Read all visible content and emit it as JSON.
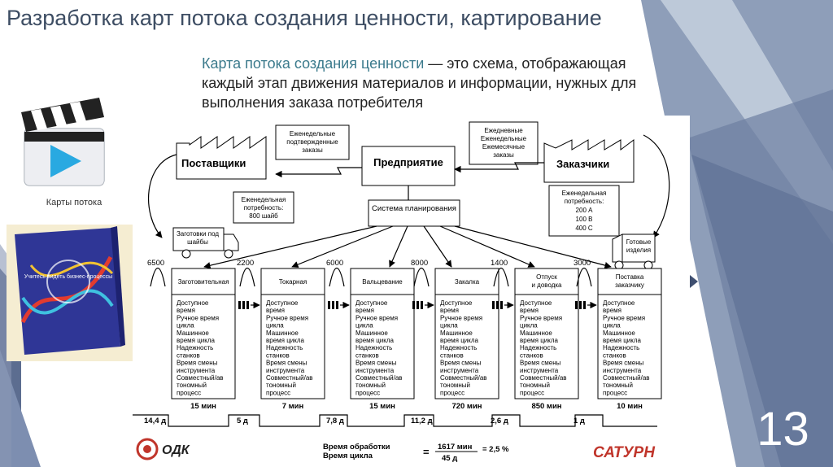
{
  "slide": {
    "title": "Разработка карт потока создания ценности, картирование",
    "intro_term": "Карта потока создания ценности",
    "intro_rest": " — это схема, отображающая каждый этап движения материалов и информации, нужных для выполнения заказа потребителя",
    "video_label": "Карты потока",
    "book_title": "Учитесь видеть бизнес-процессы",
    "slide_number": "13"
  },
  "diagram": {
    "supplier": "Поставщики",
    "enterprise": "Предприятие",
    "customers": "Заказчики",
    "planning": "Система планирования",
    "weekly_confirmed": [
      "Еженедельные",
      "подтвержденные",
      "заказы"
    ],
    "orders_freq": [
      "Ежедневные",
      "Еженедельные",
      "Ежемесячные",
      "заказы"
    ],
    "supplier_need": [
      "Еженедельная",
      "потребность:",
      "800 шайб"
    ],
    "customer_need": [
      "Еженедельная",
      "потребность:",
      "200 А",
      "100 В",
      "400 С"
    ],
    "blank_truck": [
      "Заготовки под",
      "шайбы"
    ],
    "finished_truck": [
      "Готовые",
      "изделия"
    ],
    "stages": [
      {
        "name": [
          "Заготовительная"
        ],
        "inv": "6500",
        "time": "15 мин",
        "lead": "14,4 д"
      },
      {
        "name": [
          "Токарная"
        ],
        "inv": "2200",
        "time": "7 мин",
        "lead": "5 д"
      },
      {
        "name": [
          "Вальцевание"
        ],
        "inv": "6000",
        "time": "15 мин",
        "lead": "7,8 д"
      },
      {
        "name": [
          "Закалка"
        ],
        "inv": "8000",
        "time": "720 мин",
        "lead": "11,2 д"
      },
      {
        "name": [
          "Отпуск",
          "и доводка"
        ],
        "inv": "1400",
        "time": "850 мин",
        "lead": "2,6 д"
      },
      {
        "name": [
          "Поставка",
          "заказчику"
        ],
        "inv": "3000",
        "time": "10 мин",
        "lead": "1 д"
      }
    ],
    "params": [
      "Доступное",
      "время",
      "Ручное время",
      "цикла",
      "Машинное",
      "время цикла",
      "Надежность",
      "станков",
      "Время смены",
      "инструмента",
      "Совместный/ав",
      "тономный",
      "процесс"
    ],
    "summary_label1": "Время обработки",
    "summary_label2": "Время цикла",
    "summary_num": "1617 мин",
    "summary_den": "45 д",
    "summary_eq": "=",
    "summary_pct": "= 2,5 %",
    "logo_left": "ОДК",
    "logo_right": "САТУРН"
  }
}
